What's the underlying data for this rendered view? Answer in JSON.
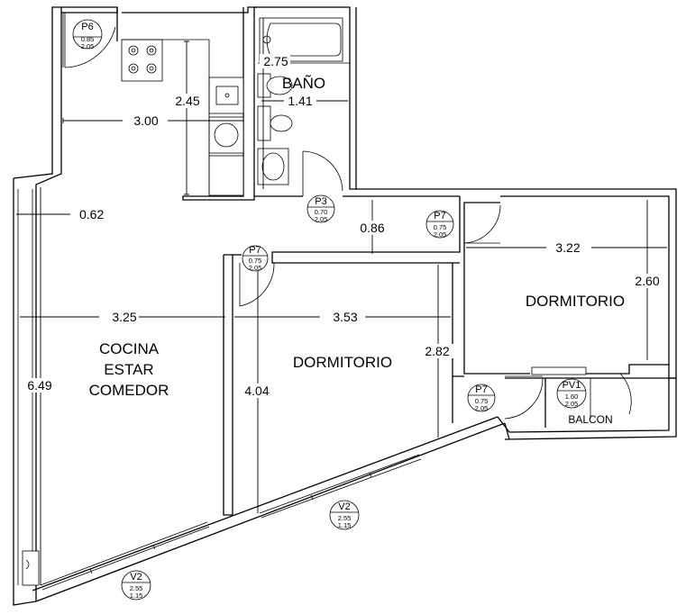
{
  "rooms": {
    "cocina_line1": "COCINA",
    "cocina_line2": "ESTAR",
    "cocina_line3": "COMEDOR",
    "dormitorio_center": "DORMITORIO",
    "dormitorio_right": "DORMITORIO",
    "bano": "BAÑO",
    "balcon": "BALCON"
  },
  "dimensions": {
    "kitchen_width": "3.00",
    "kitchen_depth": "2.45",
    "bath_length": "2.75",
    "bath_width": "1.41",
    "wall_offset": "0.62",
    "living_width": "3.25",
    "living_depth": "6.49",
    "hall_width": "0.86",
    "dorm_center_width": "3.53",
    "dorm_center_depth": "4.04",
    "dorm_center_depth2": "2.82",
    "dorm_right_width": "3.22",
    "dorm_right_depth": "2.60"
  },
  "openings": {
    "p6": {
      "id": "P6",
      "w": "0.85",
      "h": "2.05"
    },
    "p3": {
      "id": "P3",
      "w": "0.70",
      "h": "2.05"
    },
    "p7a": {
      "id": "P7",
      "w": "0.75",
      "h": "2.05"
    },
    "p7b": {
      "id": "P7",
      "w": "0.75",
      "h": "2.05"
    },
    "p7c": {
      "id": "P7",
      "w": "0.75",
      "h": "2.05"
    },
    "pv1": {
      "id": "PV1",
      "w": "1.60",
      "h": "2.05"
    },
    "v2a": {
      "id": "V2",
      "w": "2.55",
      "h": "1.15"
    },
    "v2b": {
      "id": "V2",
      "w": "2.55",
      "h": "1.15"
    }
  }
}
